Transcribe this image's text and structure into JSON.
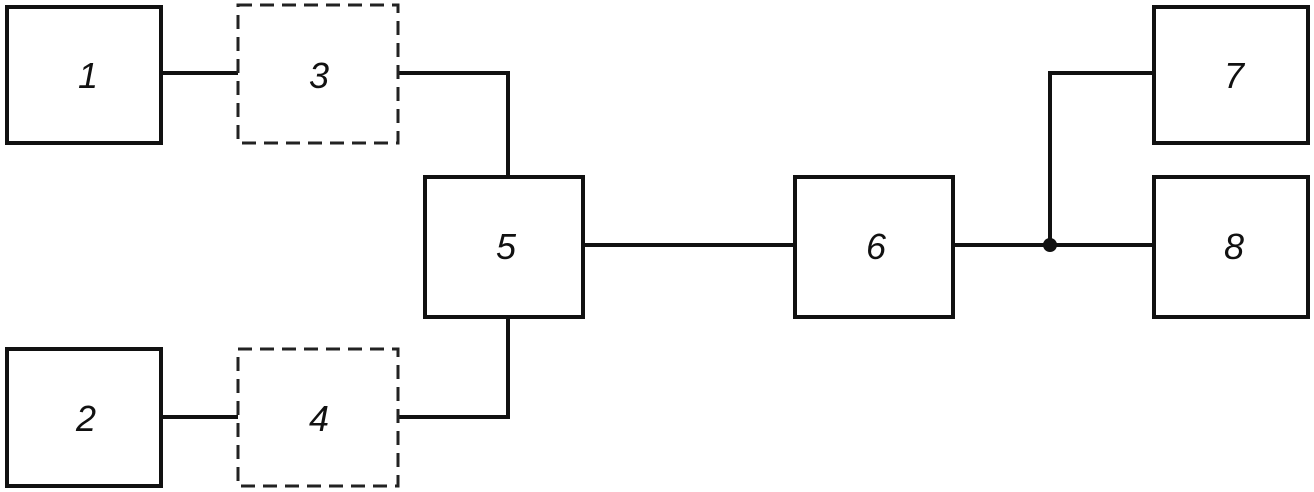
{
  "diagram": {
    "blocks": [
      {
        "id": "1",
        "label": "1",
        "style": "solid"
      },
      {
        "id": "2",
        "label": "2",
        "style": "solid"
      },
      {
        "id": "3",
        "label": "3",
        "style": "dashed"
      },
      {
        "id": "4",
        "label": "4",
        "style": "dashed"
      },
      {
        "id": "5",
        "label": "5",
        "style": "solid"
      },
      {
        "id": "6",
        "label": "6",
        "style": "solid"
      },
      {
        "id": "7",
        "label": "7",
        "style": "solid"
      },
      {
        "id": "8",
        "label": "8",
        "style": "solid"
      }
    ],
    "connections": [
      {
        "from": "1",
        "to": "3"
      },
      {
        "from": "2",
        "to": "4"
      },
      {
        "from": "3",
        "to": "5"
      },
      {
        "from": "4",
        "to": "5"
      },
      {
        "from": "5",
        "to": "6"
      },
      {
        "from": "6",
        "to": "7"
      },
      {
        "from": "6",
        "to": "8"
      }
    ],
    "colors": {
      "line": "#111111",
      "background": "#ffffff"
    }
  }
}
